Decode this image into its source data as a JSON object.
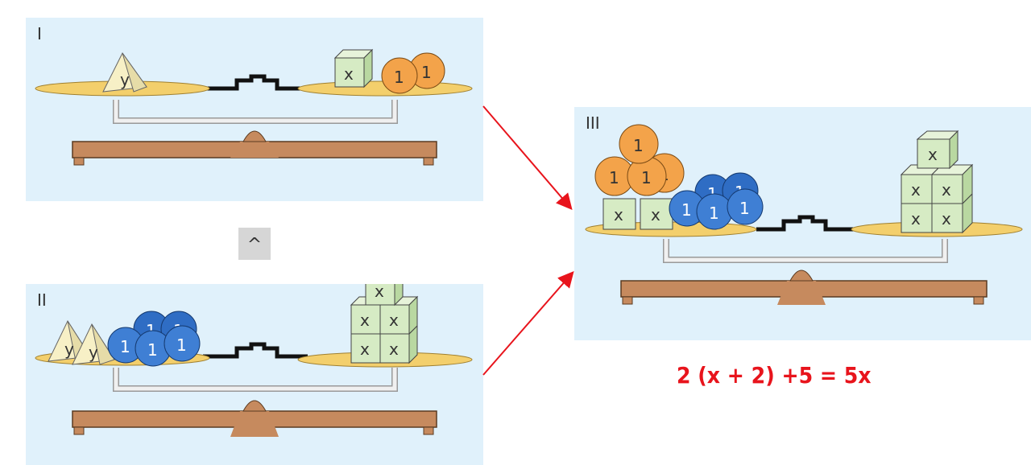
{
  "panels": [
    {
      "label": "I",
      "left_pan": {
        "pyramids": [
          "y"
        ],
        "cubes": [],
        "orange_balls": [],
        "blue_balls": []
      },
      "right_pan": {
        "cubes": [
          "x"
        ],
        "orange_balls": [
          "1",
          "1"
        ]
      }
    },
    {
      "label": "II",
      "left_pan": {
        "pyramids": [
          "y",
          "y"
        ],
        "blue_balls": [
          "1",
          "1",
          "1",
          "1",
          "1"
        ]
      },
      "right_pan": {
        "cubes": [
          "x",
          "x",
          "x",
          "x",
          "x"
        ]
      }
    },
    {
      "label": "III",
      "left_pan": {
        "cubes": [
          "x",
          "x"
        ],
        "orange_balls": [
          "1",
          "1",
          "1",
          "1"
        ],
        "blue_balls": [
          "1",
          "1",
          "1",
          "1",
          "1"
        ]
      },
      "right_pan": {
        "cubes": [
          "x",
          "x",
          "x",
          "x",
          "x"
        ]
      }
    }
  ],
  "between_symbol": "^",
  "equation": "2 (x + 2) +5 = 5x",
  "colors": {
    "panel_bg": "#e0f1fb",
    "pan": "#f3cf6c",
    "base": "#c68a5e",
    "arrow": "#e8141c",
    "cube": "#d6ebc4",
    "orange_ball": "#f3a34a",
    "blue_ball": "#2f6dc4"
  }
}
